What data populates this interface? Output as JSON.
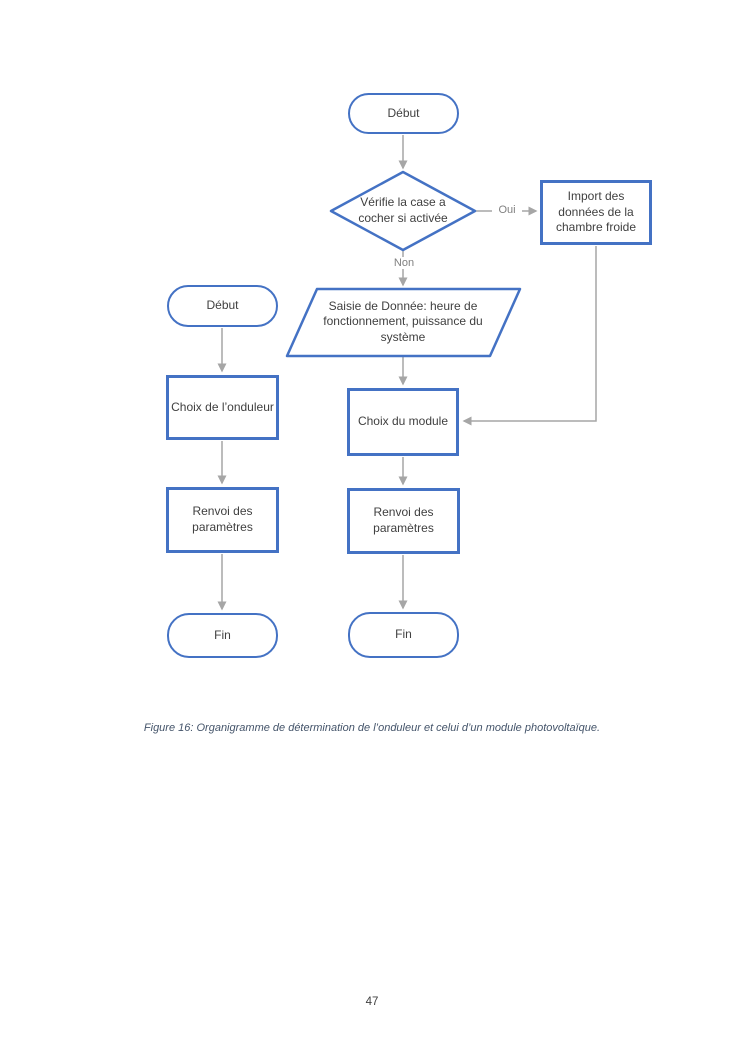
{
  "page": {
    "number": "47",
    "caption": "Figure 16: Organigramme de détermination de l’onduleur et celui d’un module photovoltaïque."
  },
  "colors": {
    "shape_border": "#4472C4",
    "shape_fill": "#FFFFFF",
    "shape_text": "#404040",
    "connector": "#A6A6A6",
    "caption_text": "#44546A"
  },
  "flowchart": {
    "nodes": {
      "start_top": {
        "type": "terminator",
        "label": "Début"
      },
      "check_decision": {
        "type": "decision",
        "label": "Vérifie la case a cocher si activée"
      },
      "import_data": {
        "type": "process",
        "label": "Import des données de la chambre froide"
      },
      "data_entry": {
        "type": "input",
        "label": "Saisie de Donnée: heure de fonctionnement, puissance du système"
      },
      "start_left": {
        "type": "terminator",
        "label": "Début"
      },
      "choose_inverter": {
        "type": "process",
        "label": "Choix de l’onduleur"
      },
      "choose_module": {
        "type": "process",
        "label": "Choix du module"
      },
      "return_params_left": {
        "type": "process",
        "label": "Renvoi des paramètres"
      },
      "return_params_center": {
        "type": "process",
        "label": "Renvoi des paramètres"
      },
      "end_left": {
        "type": "terminator",
        "label": "Fin"
      },
      "end_center": {
        "type": "terminator",
        "label": "Fin"
      }
    },
    "edge_labels": {
      "yes": "Oui",
      "no": "Non"
    }
  }
}
